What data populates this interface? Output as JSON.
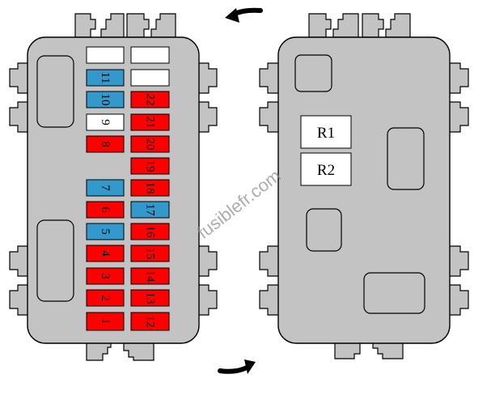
{
  "watermark": "fusiblefr.com",
  "colors": {
    "box_fill": "#c3c3c3",
    "outline": "#000000",
    "red": "#ff0000",
    "blue": "#3399cc",
    "white": "#ffffff"
  },
  "front_panel": {
    "left_column": [
      {
        "label": "",
        "color": "white"
      },
      {
        "label": "11",
        "color": "blue"
      },
      {
        "label": "10",
        "color": "blue"
      },
      {
        "label": "9",
        "color": "white"
      },
      {
        "label": "8",
        "color": "red"
      },
      {
        "label": "",
        "color": "none"
      },
      {
        "label": "7",
        "color": "blue"
      },
      {
        "label": "6",
        "color": "red"
      },
      {
        "label": "5",
        "color": "blue"
      },
      {
        "label": "4",
        "color": "red"
      },
      {
        "label": "3",
        "color": "red"
      },
      {
        "label": "2",
        "color": "red"
      },
      {
        "label": "1",
        "color": "red"
      }
    ],
    "right_column": [
      {
        "label": "",
        "color": "white"
      },
      {
        "label": "",
        "color": "white"
      },
      {
        "label": "22",
        "color": "red"
      },
      {
        "label": "21",
        "color": "red"
      },
      {
        "label": "20",
        "color": "red"
      },
      {
        "label": "19",
        "color": "red"
      },
      {
        "label": "18",
        "color": "red"
      },
      {
        "label": "17",
        "color": "blue"
      },
      {
        "label": "16",
        "color": "red"
      },
      {
        "label": "15",
        "color": "red"
      },
      {
        "label": "14",
        "color": "red"
      },
      {
        "label": "13",
        "color": "red"
      },
      {
        "label": "12",
        "color": "red"
      }
    ]
  },
  "back_panel": {
    "relays": [
      "R1",
      "R2"
    ]
  }
}
